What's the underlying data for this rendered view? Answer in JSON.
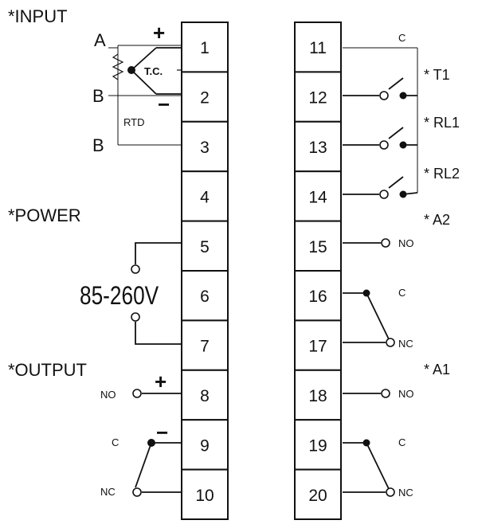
{
  "labels": {
    "input": "*INPUT",
    "power": "*POWER",
    "output": "*OUTPUT",
    "voltage": "85-260V",
    "tc": "T.C.",
    "rtd": "RTD",
    "a": "A",
    "b1": "B",
    "b2": "B",
    "plus": "+",
    "minus": "−",
    "out_plus": "+",
    "out_minus": "−",
    "no": "NO",
    "c": "C",
    "nc": "NC"
  },
  "left_terminals": [
    "1",
    "2",
    "3",
    "4",
    "5",
    "6",
    "7",
    "8",
    "9",
    "10"
  ],
  "right_terminals": [
    "11",
    "12",
    "13",
    "14",
    "15",
    "16",
    "17",
    "18",
    "19",
    "20"
  ],
  "right_labels": {
    "c_top": "C",
    "t1": "* T1",
    "rl1": "* RL1",
    "rl2": "* RL2",
    "a2": "* A2",
    "no15": "NO",
    "c16": "C",
    "nc17": "NC",
    "a1": "* A1",
    "no18": "NO",
    "c19": "C",
    "nc20": "NC"
  }
}
